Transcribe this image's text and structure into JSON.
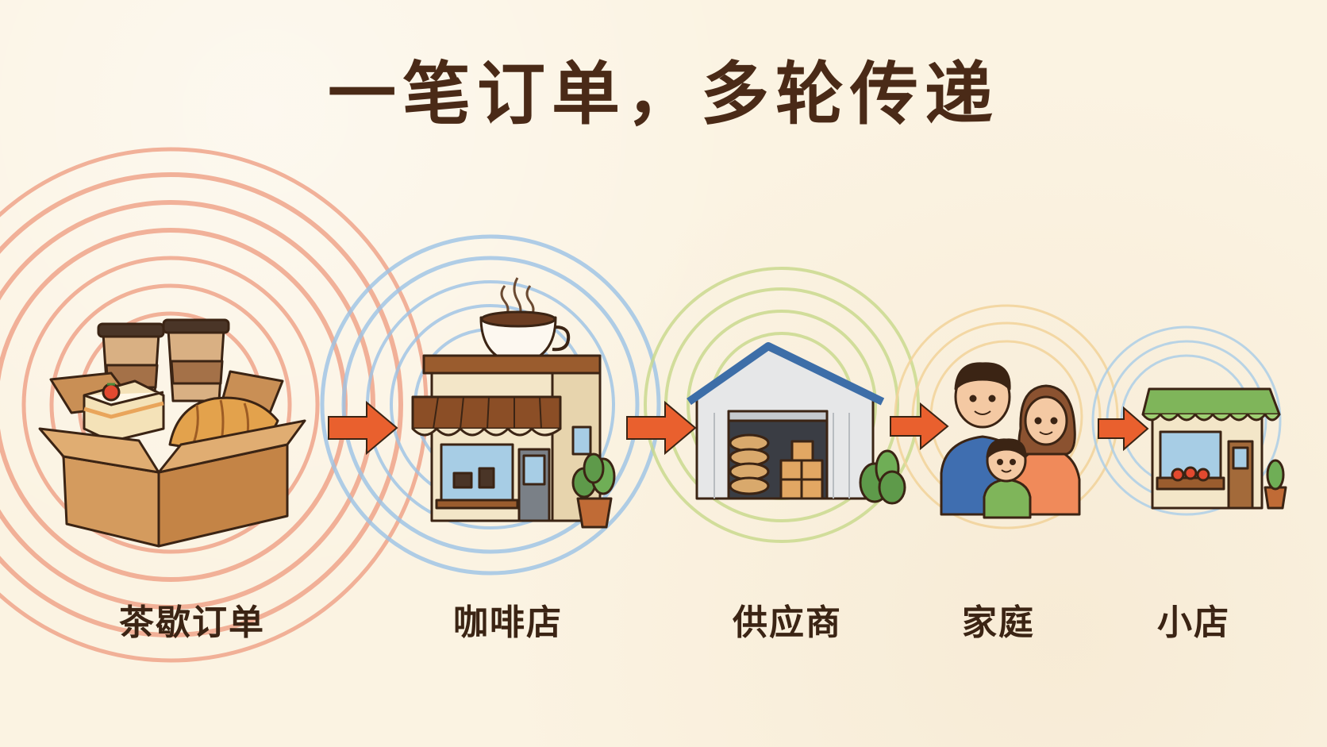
{
  "title": "一笔订单，多轮传递",
  "stages": [
    {
      "label": "茶歇订单",
      "icon": "box-of-coffee-and-pastries-icon",
      "ring_color": "#ee9a7e"
    },
    {
      "label": "咖啡店",
      "icon": "coffee-shop-icon",
      "ring_color": "#9cc3e6"
    },
    {
      "label": "供应商",
      "icon": "warehouse-icon",
      "ring_color": "#c8d98a"
    },
    {
      "label": "家庭",
      "icon": "family-icon",
      "ring_color": "#f2d39a"
    },
    {
      "label": "小店",
      "icon": "small-shop-icon",
      "ring_color": "#a9cde8"
    }
  ],
  "colors": {
    "background": "#fbf3e2",
    "title": "#4a2a17",
    "arrow": "#e9602e"
  }
}
